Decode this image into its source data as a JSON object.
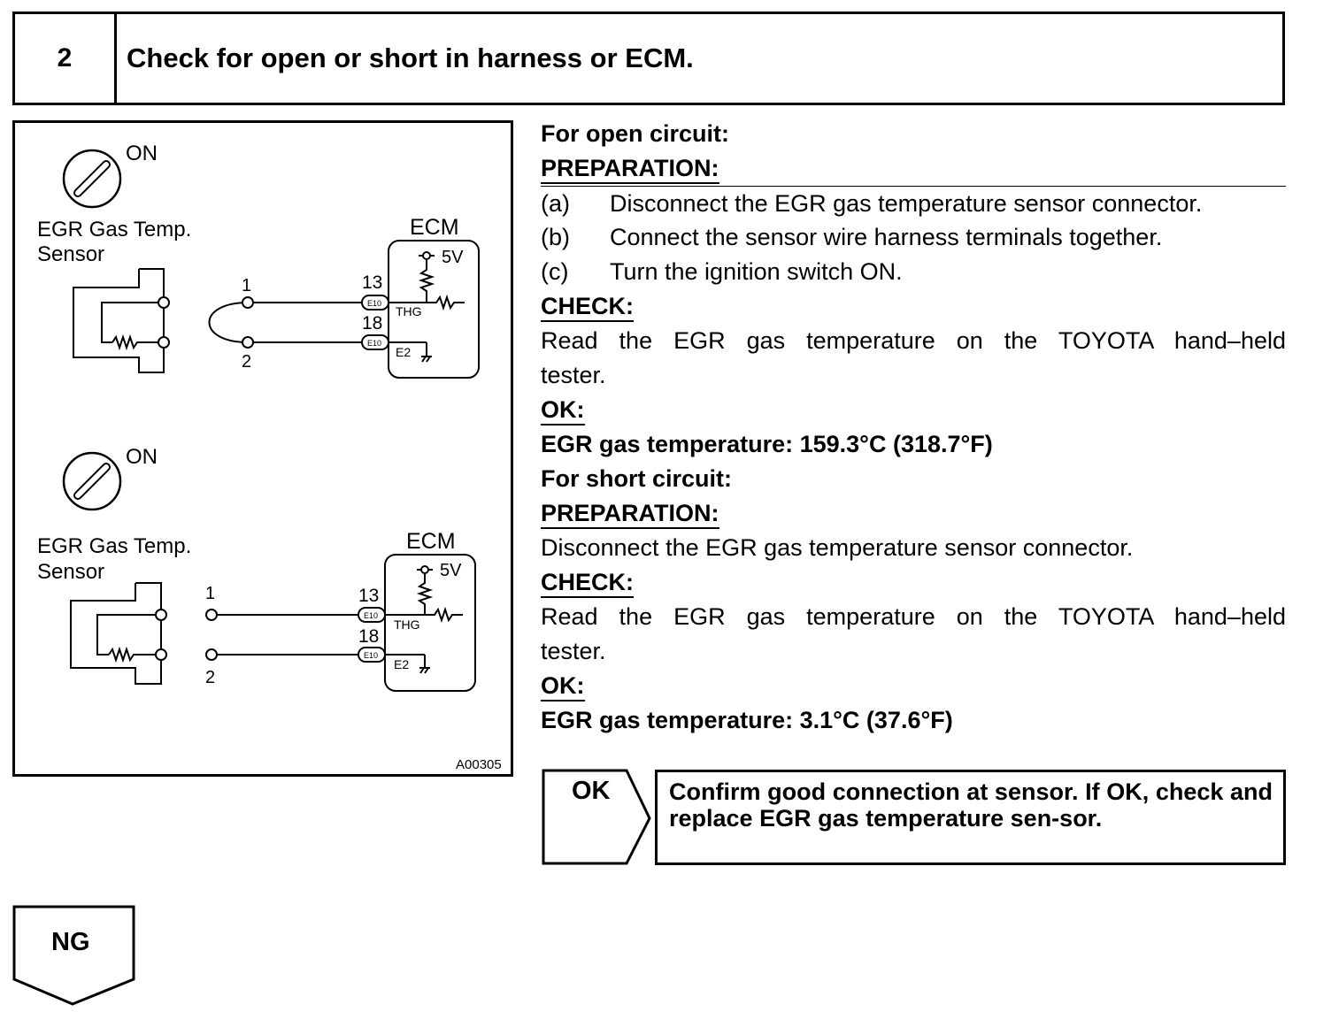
{
  "header": {
    "step_number": "2",
    "title": "Check for open or short in harness or ECM."
  },
  "diagram": {
    "figure_code": "A00305",
    "top": {
      "switch_state": "ON",
      "sensor_label_1": "EGR Gas Temp.",
      "sensor_label_2": "Sensor",
      "ecm_label": "ECM",
      "voltage": "5V",
      "pin_top": "13",
      "pin_bottom": "18",
      "connector": "E10",
      "signal": "THG",
      "ground": "E2",
      "terminal_1": "1",
      "terminal_2": "2"
    },
    "bottom": {
      "switch_state": "ON",
      "sensor_label_1": "EGR Gas Temp.",
      "sensor_label_2": "Sensor",
      "ecm_label": "ECM",
      "voltage": "5V",
      "pin_top": "13",
      "pin_bottom": "18",
      "connector": "E10",
      "signal": "THG",
      "ground": "E2",
      "terminal_1": "1",
      "terminal_2": "2"
    }
  },
  "open_circuit": {
    "heading": "For open circuit:",
    "preparation_label": "PREPARATION:",
    "steps": [
      {
        "letter": "(a)",
        "text": "Disconnect the EGR gas temperature sensor connector."
      },
      {
        "letter": "(b)",
        "text": "Connect the sensor wire harness terminals together."
      },
      {
        "letter": "(c)",
        "text": "Turn the ignition switch ON."
      }
    ],
    "check_label": "CHECK:",
    "check_line_1": "Read the EGR gas temperature on the TOYOTA hand–held",
    "check_line_2": "tester.",
    "ok_label": "OK:",
    "ok_value": "EGR gas temperature: 159.3°C (318.7°F)"
  },
  "short_circuit": {
    "heading": "For short circuit:",
    "preparation_label": "PREPARATION:",
    "preparation_text": "Disconnect the EGR gas temperature sensor connector.",
    "check_label": "CHECK:",
    "check_line_1": "Read the EGR gas temperature on the TOYOTA hand–held",
    "check_line_2": "tester.",
    "ok_label": "OK:",
    "ok_value": "EGR gas temperature: 3.1°C (37.6°F)"
  },
  "result_ok": {
    "label": "OK",
    "action": "Confirm good connection at sensor. If OK, check and replace EGR gas temperature sen-sor."
  },
  "result_ng": {
    "label": "NG"
  }
}
